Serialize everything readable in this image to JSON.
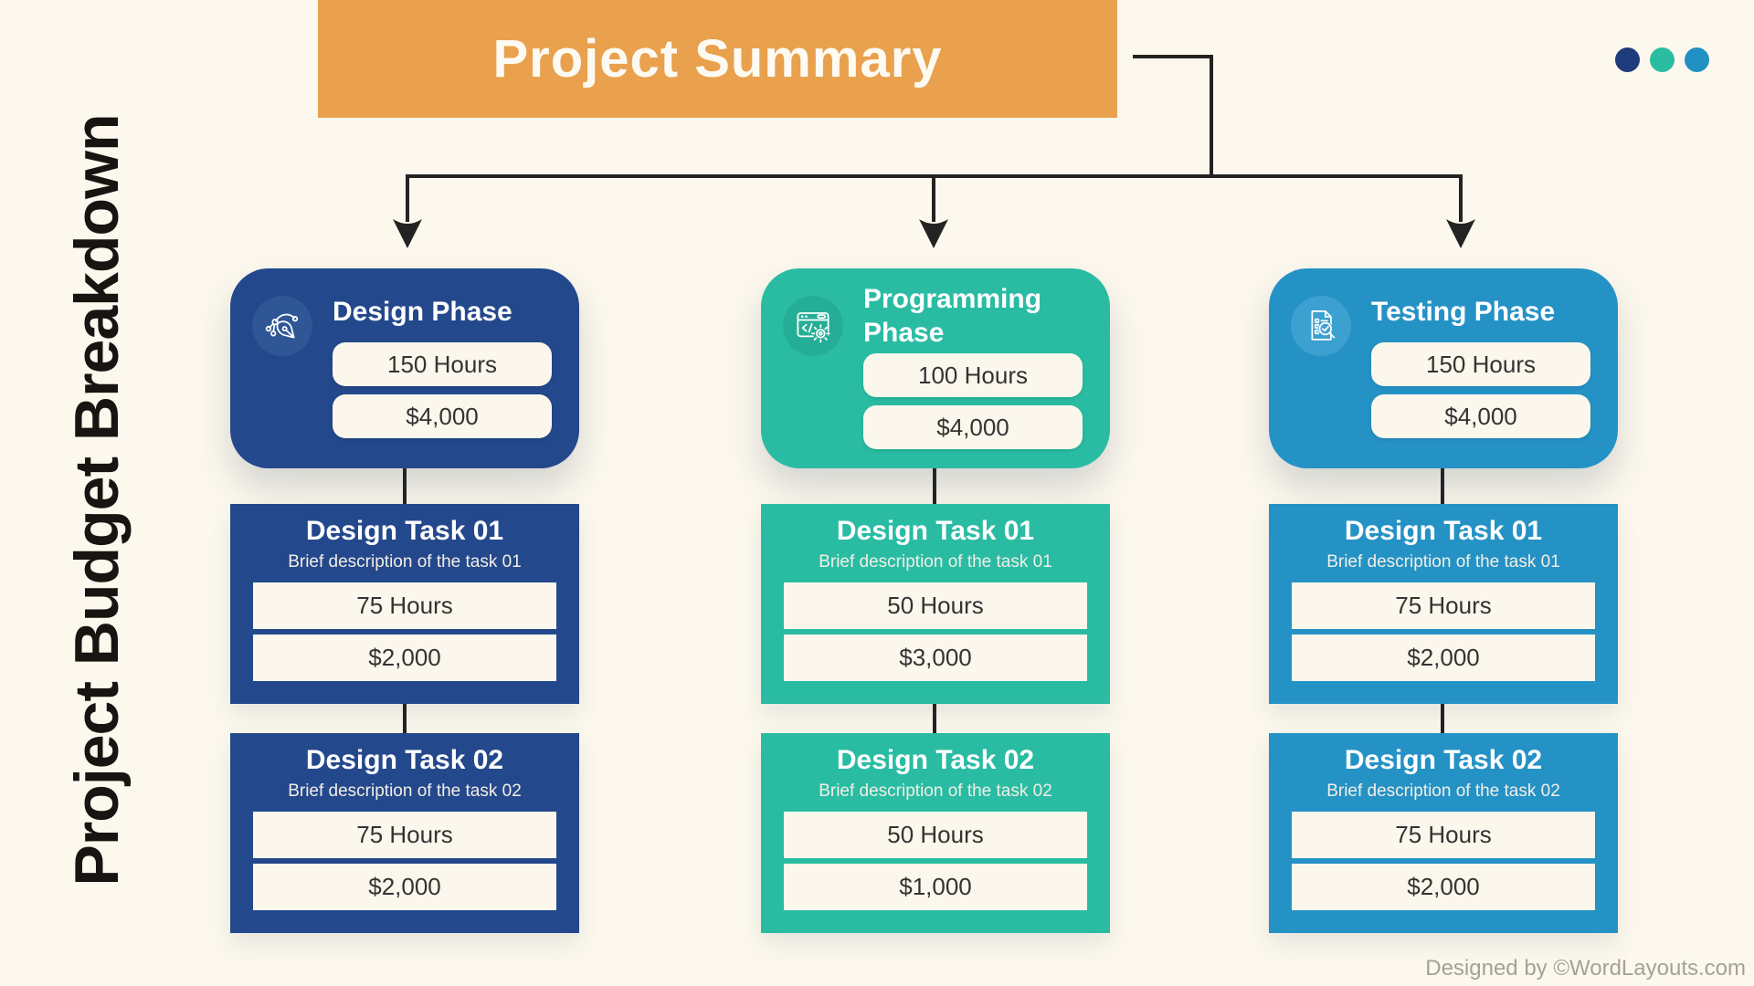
{
  "page": {
    "vertical_title": "Project Budget Breakdown",
    "header_title": "Project Summary",
    "credit": "Designed by ©WordLayouts.com"
  },
  "theme": {
    "background": "#FCF8ED",
    "header_orange": "#E9A14E",
    "navy": "#24488C",
    "teal": "#2ABCA3",
    "blue": "#2592C6",
    "connector_black": "#232323",
    "panel_cream": "#FBF7EC",
    "value_text": "#333333",
    "credit_gray": "#A5A198"
  },
  "dots": [
    {
      "name": "dot-navy",
      "color": "#1E3B7B"
    },
    {
      "name": "dot-teal",
      "color": "#2ABDA2"
    },
    {
      "name": "dot-blue",
      "color": "#2190C3"
    }
  ],
  "columns": [
    {
      "id": "design",
      "phase": {
        "icon": "pen-tool-icon",
        "title": "Design Phase",
        "hours": "150 Hours",
        "cost": "$4,000"
      },
      "tasks": [
        {
          "title": "Design Task 01",
          "description": "Brief description of the task 01",
          "hours": "75 Hours",
          "cost": "$2,000"
        },
        {
          "title": "Design Task 02",
          "description": "Brief description of the task 02",
          "hours": "75 Hours",
          "cost": "$2,000"
        }
      ]
    },
    {
      "id": "programming",
      "phase": {
        "icon": "code-window-icon",
        "title": "Programming Phase",
        "hours": "100 Hours",
        "cost": "$4,000"
      },
      "tasks": [
        {
          "title": "Design Task 01",
          "description": "Brief description of the task 01",
          "hours": "50 Hours",
          "cost": "$3,000"
        },
        {
          "title": "Design Task 02",
          "description": "Brief description of the task 02",
          "hours": "50 Hours",
          "cost": "$1,000"
        }
      ]
    },
    {
      "id": "testing",
      "phase": {
        "icon": "test-checklist-icon",
        "title": "Testing Phase",
        "hours": "150 Hours",
        "cost": "$4,000"
      },
      "tasks": [
        {
          "title": "Design Task 01",
          "description": "Brief description of the task 01",
          "hours": "75 Hours",
          "cost": "$2,000"
        },
        {
          "title": "Design Task 02",
          "description": "Brief description of the task 02",
          "hours": "75 Hours",
          "cost": "$2,000"
        }
      ]
    }
  ]
}
